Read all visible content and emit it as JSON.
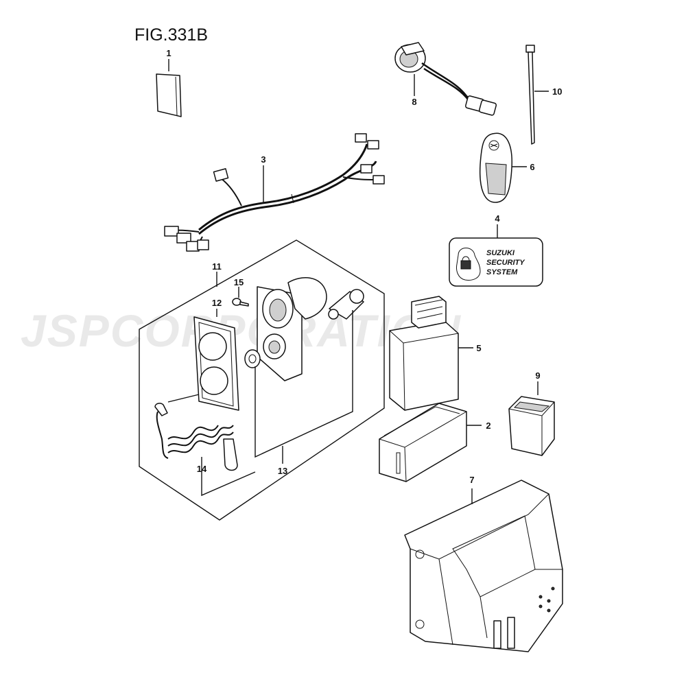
{
  "figure": {
    "title": "FIG.331B"
  },
  "watermark": {
    "text": "JSPCORPORATION"
  },
  "decal": {
    "lines": [
      "SUZUKI",
      "SECURITY",
      "SYSTEM"
    ]
  },
  "callouts": [
    {
      "id": "1",
      "label": "1"
    },
    {
      "id": "2",
      "label": "2"
    },
    {
      "id": "3",
      "label": "3"
    },
    {
      "id": "4",
      "label": "4"
    },
    {
      "id": "5",
      "label": "5"
    },
    {
      "id": "6",
      "label": "6"
    },
    {
      "id": "7",
      "label": "7"
    },
    {
      "id": "8",
      "label": "8"
    },
    {
      "id": "9",
      "label": "9"
    },
    {
      "id": "10",
      "label": "10"
    },
    {
      "id": "11",
      "label": "11"
    },
    {
      "id": "12",
      "label": "12"
    },
    {
      "id": "13",
      "label": "13"
    },
    {
      "id": "14",
      "label": "14"
    },
    {
      "id": "15",
      "label": "15"
    }
  ]
}
